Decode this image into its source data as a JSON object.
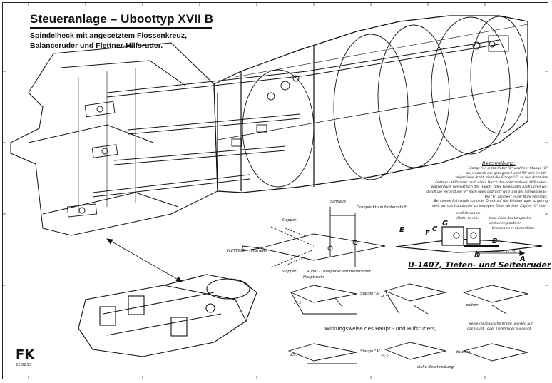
{
  "header": {
    "title": "Steueranlage – Uboottyp XVII B",
    "subtitle_lines": [
      "Spindelheck mit angesetztem Flossenkreuz,",
      "Balanceruder und Flettner-Hilfsruder."
    ]
  },
  "description": {
    "title": "Beschreibung:",
    "lines": [
      "Stange \"A\" dreht Hebel \"B\" und hebt Stange \"C\"",
      "an, wodurch der gebogene Hebel \"D\" sich im Uhr-",
      "zeigersinne dreht, zieht die Stange \"E\" an und dreht das",
      "Flettner - Hilfsruder nach oben. Durch den entstandenen Hilfsruder -",
      "wasserdruck bewegt sich das Haupt - oder Tiefenruder nach unten wo-",
      "durch die Verbindung \"F\" nach oben gedrückt wird und der Schwenkkrag-",
      "ten \"G\" zentriert in der Nute verbleibt.",
      "Bei kleiner Fahrtstufe kann der Druck auf das Flettnerruder so gering",
      "sein, um das Hauptruder zu bewegen. Dann wird der Zapfen \"G\" (selt-",
      "endlich das un-",
      "(Nute) berühr-",
      "Drehmoment übermitteln."
    ],
    "side_lines": [
      "liche Ende des Langlochs",
      "und einen positiven"
    ]
  },
  "schematic": {
    "label_schnalle": "Schnalle",
    "label_drehpunkt_hinterschiff": "Drehpunkt am Hinterschiff",
    "label_flettner": "FLETTNER - Hilfsruder",
    "label_stopper_top": "Stopper",
    "label_stopper_bottom": "Stopper",
    "label_ruder_drehpunkt": "Ruder - Drehpunkt am Hinterschiff",
    "label_hauptruder": "Hauptruder"
  },
  "mechanism": {
    "letters": [
      "A",
      "B",
      "C",
      "D",
      "E",
      "F",
      "G"
    ],
    "label_druck_zug": "Druck (Zug)",
    "title": "U-1407, Tiefen- und Seitenruder"
  },
  "operation": {
    "label_stange_a": "Stange \"A\"",
    "label_ziehen": "- ziehen",
    "label_druecken": "- drücken",
    "angle_1": "24,5°",
    "angle_2": "24,5°",
    "angle_3": "25,5°",
    "angle_4": "25,5°",
    "title": "Wirkungsweise des Haupt - und Hilfsruders,",
    "note_1": "keine mechanische Kräfte, werden auf",
    "note_2": "das Haupt - oder Tiefenruder ausgeübt",
    "footer": "siehe Beschreibung."
  },
  "logo": {
    "monogram": "FK",
    "date": "22.02.95"
  },
  "colors": {
    "ink": "#111111",
    "paper": "#ffffff"
  }
}
